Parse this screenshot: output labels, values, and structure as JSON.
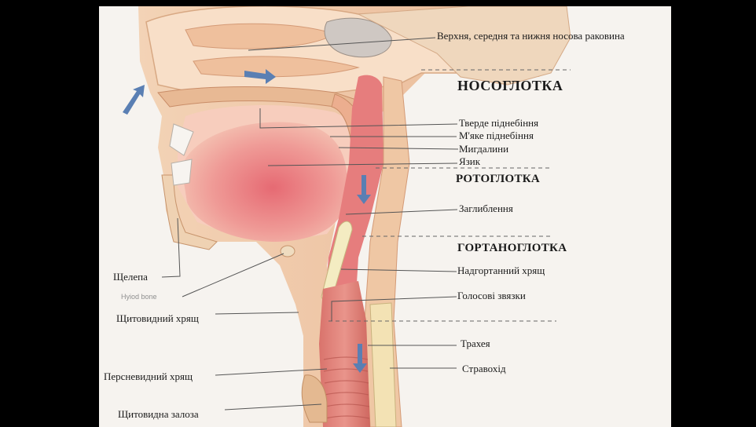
{
  "colors": {
    "background": "#000000",
    "slide": "#f6f3ef",
    "tissue": "#f0c9a8",
    "cavity": "#e77c7c",
    "arrow": "#5a7fb3",
    "leader": "#555555"
  },
  "icons": [
    "flow-arrow-icon"
  ],
  "labels": {
    "nasal_conchae": "Верхня, середня та нижня носова раковина",
    "nasopharynx": "НОСОГЛОТКА",
    "hard_palate": "Тверде піднебіння",
    "soft_palate": "М'яке піднебіння",
    "tonsils": "Мигдалини",
    "tongue": "Язик",
    "oropharynx": "РОТОГЛОТКА",
    "vallecula": "Заглиблення",
    "laryngopharynx": "ГОРТАНОГЛОТКА",
    "epiglottis": "Надгортанний хрящ",
    "vocal_cords": "Голосові звязки",
    "trachea": "Трахея",
    "esophagus": "Стравохід",
    "jaw": "Щелепа",
    "hyoid_bone": "Hyiod bone",
    "thyroid_cartilage": "Щитовидний хрящ",
    "cricoid_cartilage": "Персневидний хрящ",
    "thyroid_gland": "Щитовидна залоза"
  }
}
